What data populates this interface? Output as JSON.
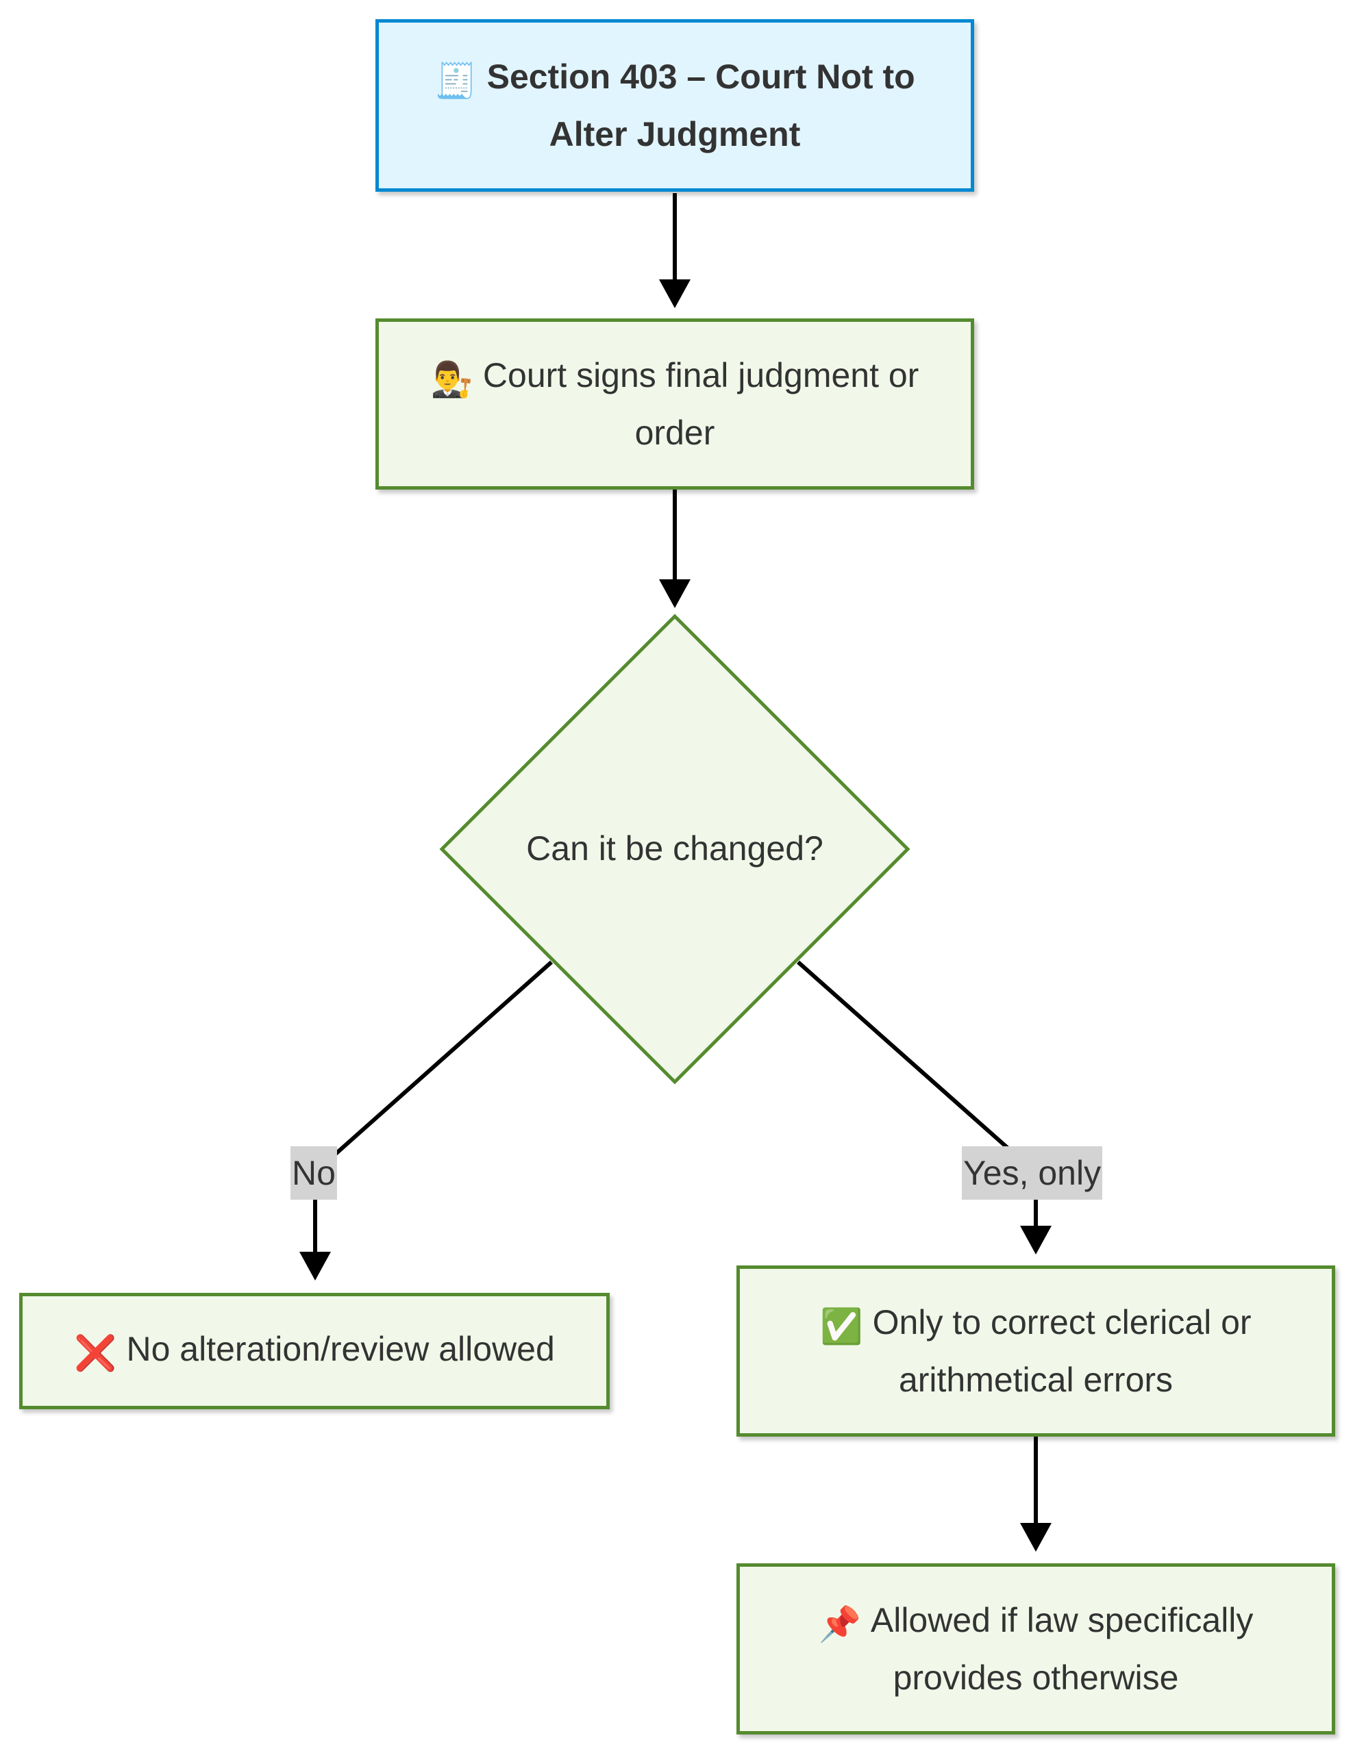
{
  "diagram": {
    "title_node": {
      "text": "Section 403 – Court Not to Alter Judgment",
      "icon": "receipt-icon"
    },
    "sign_node": {
      "text": "Court signs final judgment or order",
      "icon": "judge-icon"
    },
    "decision_node": {
      "text": "Can it be changed?"
    },
    "edge_no": {
      "label": "No"
    },
    "edge_yes": {
      "label": "Yes, only"
    },
    "no_node": {
      "text": "No alteration/review allowed",
      "icon": "cross-mark-icon"
    },
    "yes_node": {
      "text": "Only to correct clerical or arithmetical errors",
      "icon": "check-mark-icon"
    },
    "law_node": {
      "text": "Allowed if law specifically provides otherwise",
      "icon": "pushpin-icon"
    },
    "colors": {
      "title_fill": "#e1f5fe",
      "title_border": "#0288d1",
      "step_fill": "#f1f8e9",
      "step_border": "#558b2f",
      "edge": "#000000",
      "label_bg": "#d3d3d3"
    }
  }
}
